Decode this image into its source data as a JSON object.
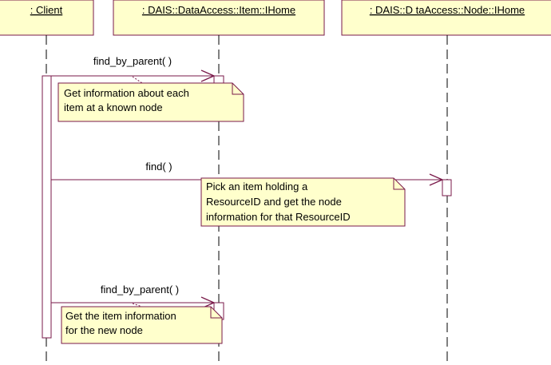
{
  "objects": [
    {
      "id": "client",
      "title": ": Client"
    },
    {
      "id": "item_home",
      "title": ": DAIS::DataAccess::Item::IHome"
    },
    {
      "id": "node_home",
      "title": ": DAIS::D  taAccess::Node::IHome"
    }
  ],
  "messages": [
    {
      "label": "find_by_parent( )",
      "from": "client",
      "to": "item_home"
    },
    {
      "label": "find( )",
      "from": "client",
      "to": "node_home"
    },
    {
      "label": "find_by_parent( )",
      "from": "client",
      "to": "item_home"
    }
  ],
  "notes": [
    {
      "lines": [
        "Get information about each",
        "item at a known node"
      ]
    },
    {
      "lines": [
        "Pick  an item holding a",
        "ResourceID and get the node",
        "information for that ResourceID"
      ]
    },
    {
      "lines": [
        "Get the item information",
        "for the new node"
      ]
    }
  ],
  "colors": {
    "box_fill": "#ffffcc",
    "border": "#7a1a4a",
    "text": "#000000",
    "background": "#ffffff"
  }
}
